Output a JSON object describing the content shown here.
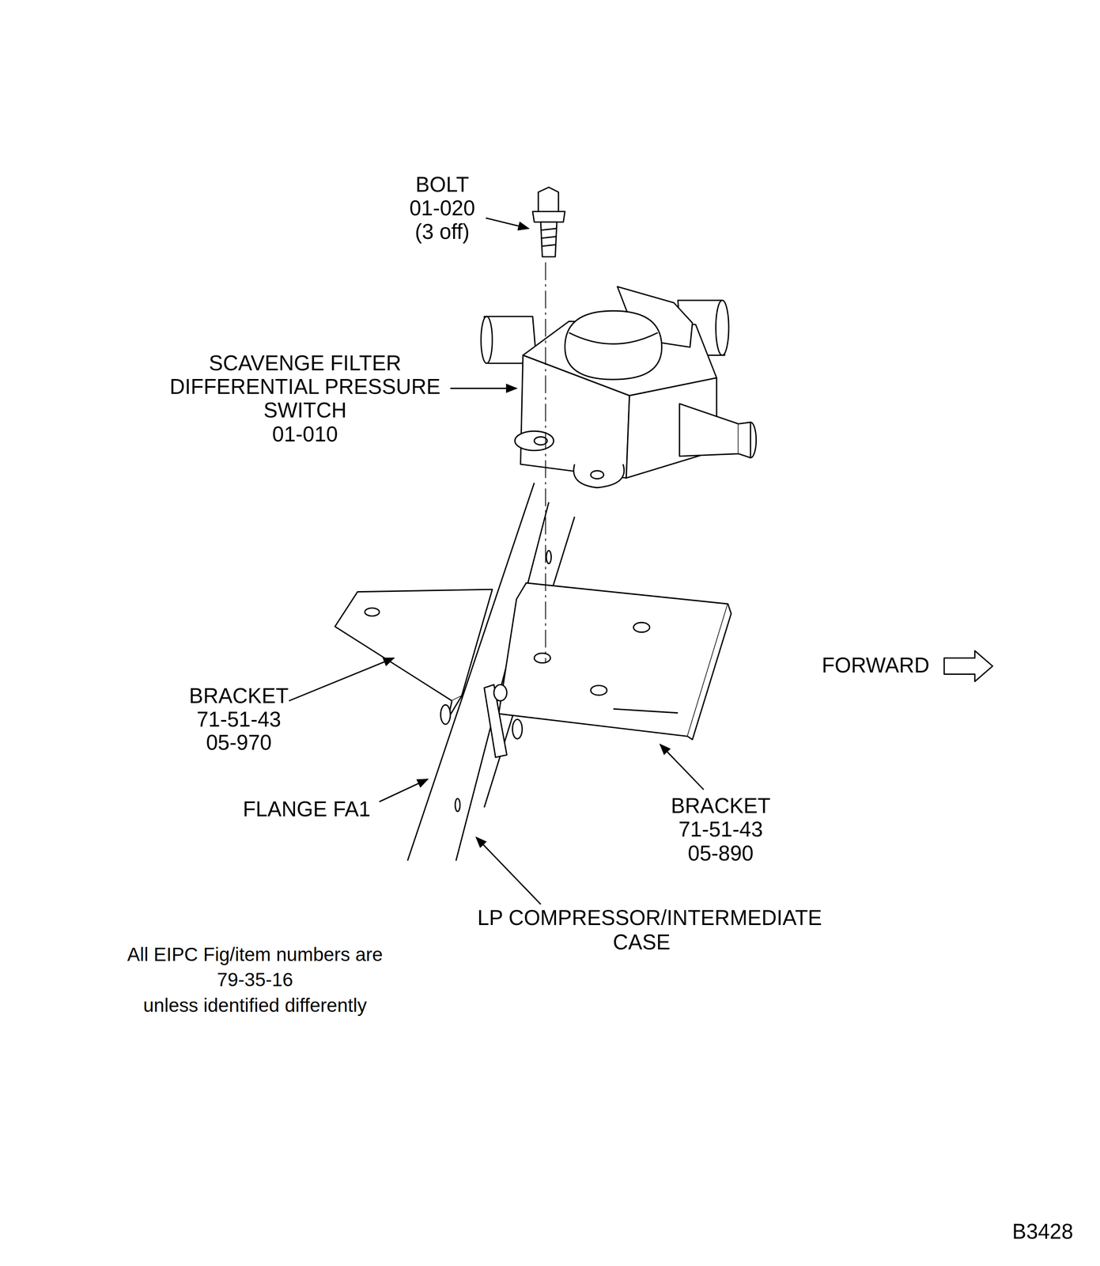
{
  "diagram": {
    "labels": [
      "BOLT",
      "01-020",
      "(3 off)",
      "SCAVENGE FILTER",
      "DIFFERENTIAL PRESSURE",
      "SWITCH",
      "01-010",
      "FORWARD",
      "BRACKET",
      "71-51-43",
      "05-970",
      "FLANGE FA1",
      "BRACKET",
      "71-51-43",
      "05-890",
      "LP COMPRESSOR/INTERMEDIATE",
      "CASE",
      "All EIPC Fig/item numbers are",
      "79-35-16",
      "unless identified differently",
      "B3428"
    ]
  }
}
